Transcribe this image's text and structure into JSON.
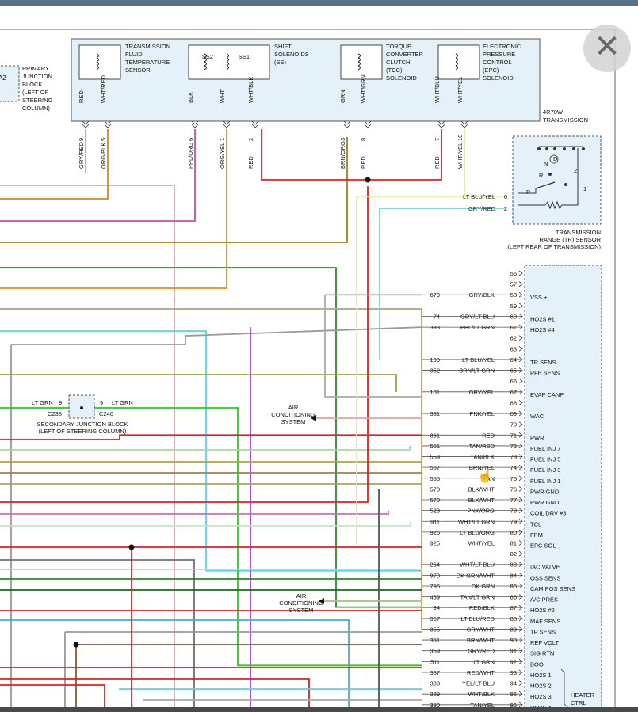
{
  "components": {
    "tft": [
      "TRANSMISSION",
      "FLUID",
      "TEMPERATURE",
      "SENSOR"
    ],
    "ss": [
      "SHIFT",
      "SOLENOIDS",
      "(SS)"
    ],
    "ss2": "SS2",
    "ss1": "SS1",
    "tcc": [
      "TORQUE",
      "CONVERTER",
      "CLUTCH",
      "(TCC)",
      "SOLENOID"
    ],
    "epc": [
      "ELECTRONIC",
      "PRESSURE",
      "CONTROL",
      "(EPC)",
      "SOLENOID"
    ],
    "transmission": [
      "4R70W",
      "TRANSMISSION"
    ],
    "pjb": [
      "PRIMARY",
      "JUNCTION",
      "BLOCK",
      "(LEFT OF",
      "STEERING",
      "COLUMN)"
    ],
    "pjb_edge": "AZ",
    "tr_sensor": [
      "TRANSMISSION",
      "RANGE (TR) SENSOR",
      "(LEFT REAR OF TRANSMISSION)"
    ],
    "tr_positions": [
      "R",
      "N",
      "D",
      "2",
      "P",
      "1"
    ],
    "sjb": [
      "SECONDARY JUNCTION BLOCK",
      "(LEFT OF STEERING COLUMN)"
    ],
    "sjb_wire_left": "LT GRN",
    "sjb_wire_right": "LT GRN",
    "sjb_pin_left": "9",
    "sjb_pin_right": "9",
    "sjb_c_left": "C238",
    "sjb_c_right": "C240",
    "ac1": [
      "AIR",
      "CONDITIONING",
      "SYSTEM"
    ],
    "ac2": [
      "AIR",
      "CONDITIONING",
      "SYSTEM"
    ]
  },
  "inner_wires": [
    "RED",
    "WHT/RED",
    "BLK",
    "WHT",
    "WHT/BLK",
    "GRN",
    "WHT/GRN",
    "WHT/BLU",
    "WHT/YEL"
  ],
  "pins_top": [
    "9",
    "5",
    "6",
    "1",
    "2",
    "3",
    "8",
    "7",
    "10"
  ],
  "outer_wires": [
    "GRY/RED",
    "ORG/BLK",
    "PPL/ORG",
    "ORG/YEL",
    "RED",
    "BRN/ORG",
    "RED",
    "RED",
    "WHT/YEL"
  ],
  "tr_wires": [
    {
      "color": "LT BLU/YEL",
      "pin": "6"
    },
    {
      "color": "GRY/RED",
      "pin": "2"
    }
  ],
  "pcm_rows": [
    {
      "pin": "56",
      "circuit": "",
      "color": "",
      "label": ""
    },
    {
      "pin": "57",
      "circuit": "",
      "color": "",
      "label": ""
    },
    {
      "pin": "58",
      "circuit": "679",
      "color": "GRY/BLK",
      "label": "VSS +"
    },
    {
      "pin": "59",
      "circuit": "",
      "color": "",
      "label": ""
    },
    {
      "pin": "60",
      "circuit": "74",
      "color": "GRY/LT BLU",
      "label": "HO2S #1"
    },
    {
      "pin": "61",
      "circuit": "393",
      "color": "PPL/LT GRN",
      "label": "HO2S #4"
    },
    {
      "pin": "62",
      "circuit": "",
      "color": "",
      "label": ""
    },
    {
      "pin": "63",
      "circuit": "",
      "color": "",
      "label": ""
    },
    {
      "pin": "64",
      "circuit": "199",
      "color": "LT BLU/YEL",
      "label": "TR SENS"
    },
    {
      "pin": "65",
      "circuit": "352",
      "color": "BRN/LT GRN",
      "label": "PFE SENS"
    },
    {
      "pin": "66",
      "circuit": "",
      "color": "",
      "label": ""
    },
    {
      "pin": "67",
      "circuit": "101",
      "color": "GRY/YEL",
      "label": "EVAP CANP"
    },
    {
      "pin": "68",
      "circuit": "",
      "color": "",
      "label": ""
    },
    {
      "pin": "69",
      "circuit": "331",
      "color": "PNK/YEL",
      "label": "WAC"
    },
    {
      "pin": "70",
      "circuit": "",
      "color": "",
      "label": ""
    },
    {
      "pin": "71",
      "circuit": "361",
      "color": "RED",
      "label": "PWR"
    },
    {
      "pin": "72",
      "circuit": "561",
      "color": "TAN/RED",
      "label": "FUEL INJ 7"
    },
    {
      "pin": "73",
      "circuit": "559",
      "color": "TAN/BLK",
      "label": "FUEL INJ 5"
    },
    {
      "pin": "74",
      "circuit": "557",
      "color": "BRN/YEL",
      "label": "FUEL INJ 3"
    },
    {
      "pin": "75",
      "circuit": "555",
      "color": "AN",
      "label": "FUEL INJ 1"
    },
    {
      "pin": "76",
      "circuit": "570",
      "color": "BLK/WHT",
      "label": "PWR GND"
    },
    {
      "pin": "77",
      "circuit": "570",
      "color": "BLK/WHT",
      "label": "PWR GND"
    },
    {
      "pin": "78",
      "circuit": "528",
      "color": "PNK/ORG",
      "label": "COIL DRV #3"
    },
    {
      "pin": "79",
      "circuit": "911",
      "color": "WHT/LT GRN",
      "label": "TCL"
    },
    {
      "pin": "80",
      "circuit": "926",
      "color": "LT BLU/ORG",
      "label": "FPM"
    },
    {
      "pin": "81",
      "circuit": "925",
      "color": "WHT/YEL",
      "label": "EPC SOL"
    },
    {
      "pin": "82",
      "circuit": "",
      "color": "",
      "label": ""
    },
    {
      "pin": "83",
      "circuit": "264",
      "color": "WHT/LT BLU",
      "label": "IAC VALVE"
    },
    {
      "pin": "84",
      "circuit": "970",
      "color": "DK GRN/WHT",
      "label": "OSS SENS"
    },
    {
      "pin": "85",
      "circuit": "795",
      "color": "DK GRN",
      "label": "CAM POS SENS"
    },
    {
      "pin": "86",
      "circuit": "439",
      "color": "TAN/LT GRN",
      "label": "A/C PRES"
    },
    {
      "pin": "87",
      "circuit": "94",
      "color": "RED/BLK",
      "label": "HO2S #2"
    },
    {
      "pin": "88",
      "circuit": "967",
      "color": "LT BLU/RED",
      "label": "MAF SENS"
    },
    {
      "pin": "89",
      "circuit": "355",
      "color": "GRY/WHT",
      "label": "TP SENS"
    },
    {
      "pin": "90",
      "circuit": "351",
      "color": "BRN/WHT",
      "label": "REF VOLT"
    },
    {
      "pin": "91",
      "circuit": "359",
      "color": "GRY/RED",
      "label": "SIG RTN"
    },
    {
      "pin": "92",
      "circuit": "511",
      "color": "LT GRN",
      "label": "BOO"
    },
    {
      "pin": "93",
      "circuit": "387",
      "color": "RED/WHT",
      "label": "HO2S 1"
    },
    {
      "pin": "94",
      "circuit": "388",
      "color": "YEL/LT BLU",
      "label": "HO2S 2"
    },
    {
      "pin": "95",
      "circuit": "389",
      "color": "WHT/BLK",
      "label": "HO2S 3"
    },
    {
      "pin": "96",
      "circuit": "390",
      "color": "TAN/YEL",
      "label": "HO2S 4"
    }
  ],
  "heater_ctrl": [
    "HEATER",
    "CTRL"
  ],
  "close_button": {
    "glyph": "✕"
  }
}
